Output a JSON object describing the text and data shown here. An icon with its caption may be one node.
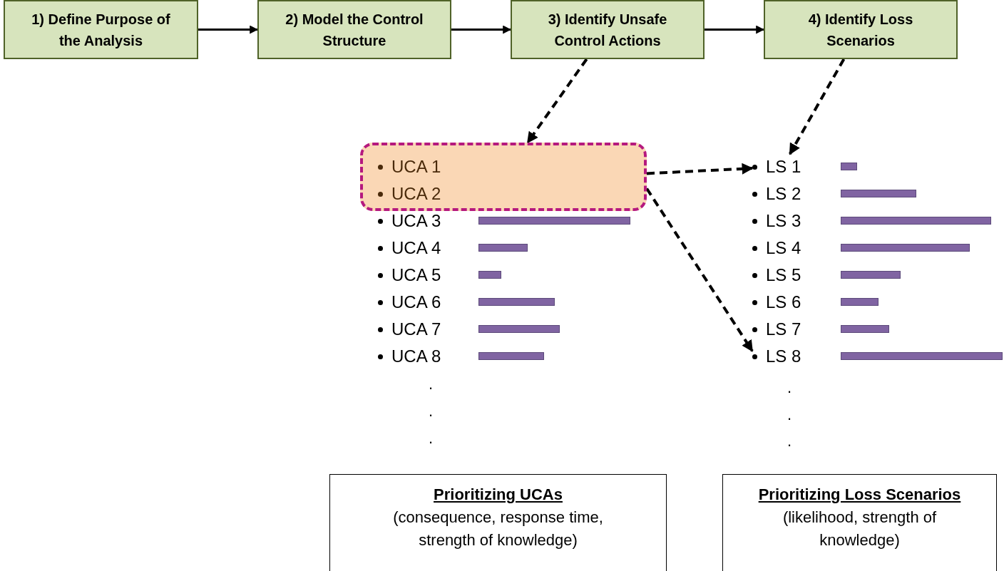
{
  "diagram": {
    "nodes": [
      {
        "text": [
          "1) Define Purpose of the Analysis"
        ]
      },
      {
        "text": [
          "2) Model the Control Structure"
        ]
      },
      {
        "text": [
          "3) Identify Unsafe Control Actions"
        ]
      },
      {
        "text": [
          "4) Identify Loss Scenarios"
        ]
      },
      {
        "text": [],
        "shape": "box"
      },
      {
        "text": [
          "UCA 1"
        ],
        "in": 4
      },
      {
        "text": [
          "UCA 2"
        ],
        "in": 4
      },
      {
        "text": [
          "UCA 3"
        ]
      },
      {
        "text": [
          "UCA 4"
        ]
      },
      {
        "text": [
          "UCA 5"
        ]
      },
      {
        "text": [
          "UCA 6"
        ]
      },
      {
        "text": [
          "UCA 7"
        ]
      },
      {
        "text": [
          "UCA 8"
        ]
      },
      {
        "text": [
          "LS 1"
        ]
      },
      {
        "text": [
          "LS 2"
        ]
      },
      {
        "text": [
          "LS 3"
        ]
      },
      {
        "text": [
          "LS 4"
        ]
      },
      {
        "text": [
          "LS 5"
        ]
      },
      {
        "text": [
          "LS 6"
        ]
      },
      {
        "text": [
          "LS 7"
        ]
      },
      {
        "text": [
          "LS 8"
        ]
      },
      {
        "text": [
          "Prioritizing UCAs",
          "(consequence, response time, strength of knowledge)"
        ]
      },
      {
        "text": [
          "Prioritizing Loss Scenarios",
          "(likelihood, strength of knowledge)"
        ]
      }
    ],
    "edges": [
      {
        "from": 0,
        "to": 1,
        "arrow": "to"
      },
      {
        "from": 1,
        "to": 2,
        "arrow": "to"
      },
      {
        "from": 2,
        "to": 3,
        "arrow": "to"
      },
      {
        "from": 2,
        "to": 4,
        "arrow": "to",
        "style": "dashed"
      },
      {
        "from": 3,
        "to": 13,
        "arrow": "to",
        "style": "dashed"
      },
      {
        "from": 4,
        "to": 13,
        "arrow": "to",
        "style": "dashed"
      },
      {
        "from": 4,
        "to": 20,
        "arrow": "to",
        "style": "dashed"
      }
    ],
    "labels": [
      ".",
      ".",
      ".",
      ".",
      ".",
      "."
    ]
  }
}
